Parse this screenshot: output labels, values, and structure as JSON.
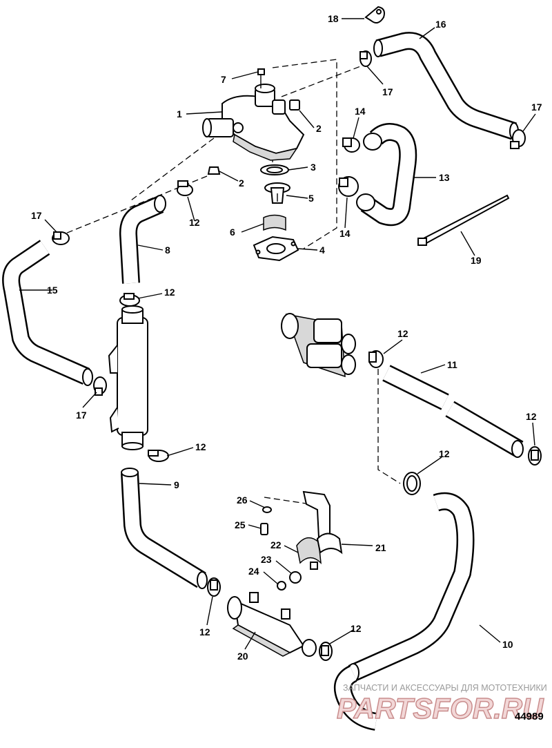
{
  "diagram": {
    "figure_number": "44989",
    "watermark": {
      "caption": "ЗАПЧАСТИ И АКСЕССУАРЫ ДЛЯ МОТОТЕХНИКИ",
      "logo": "PARTSFOR.RU"
    },
    "callouts": {
      "p1": "1",
      "p2a": "2",
      "p2b": "2",
      "p3": "3",
      "p4": "4",
      "p5": "5",
      "p6": "6",
      "p7": "7",
      "p8": "8",
      "p9": "9",
      "p10": "10",
      "p11": "11",
      "p12a": "12",
      "p12b": "12",
      "p12c": "12",
      "p12d": "12",
      "p12e": "12",
      "p12f": "12",
      "p12g": "12",
      "p12h": "12",
      "p13": "13",
      "p14a": "14",
      "p14b": "14",
      "p15": "15",
      "p16": "16",
      "p17a": "17",
      "p17b": "17",
      "p17c": "17",
      "p17d": "17",
      "p18": "18",
      "p19": "19",
      "p20": "20",
      "p21": "21",
      "p22": "22",
      "p23": "23",
      "p24": "24",
      "p25": "25",
      "p26": "26"
    }
  }
}
